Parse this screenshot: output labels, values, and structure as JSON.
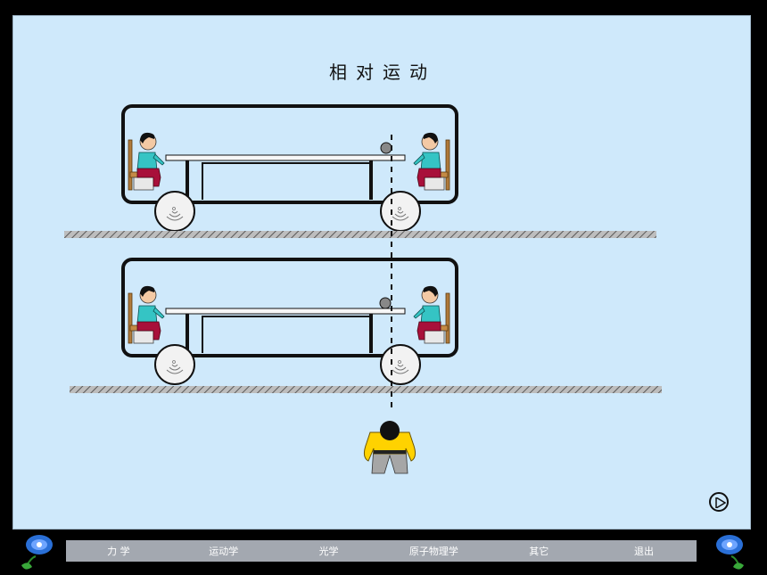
{
  "slide": {
    "title": "相对运动"
  },
  "nav": {
    "items": [
      {
        "label": "力 学"
      },
      {
        "label": "运动学"
      },
      {
        "label": "光学"
      },
      {
        "label": "原子物理学"
      },
      {
        "label": "其它"
      },
      {
        "label": "退出"
      }
    ]
  },
  "colors": {
    "background": "#000000",
    "slide": "#cfe9fb",
    "navbar": "#a3a8b0",
    "shirt_child": "#35c4c4",
    "pants_child": "#a8103a",
    "shirt_observer": "#ffd200",
    "flower": "#2a6fd6"
  },
  "icons": {
    "play": "play-icon",
    "corner_left": "morning-glory-flower-icon",
    "corner_right": "morning-glory-flower-icon"
  }
}
